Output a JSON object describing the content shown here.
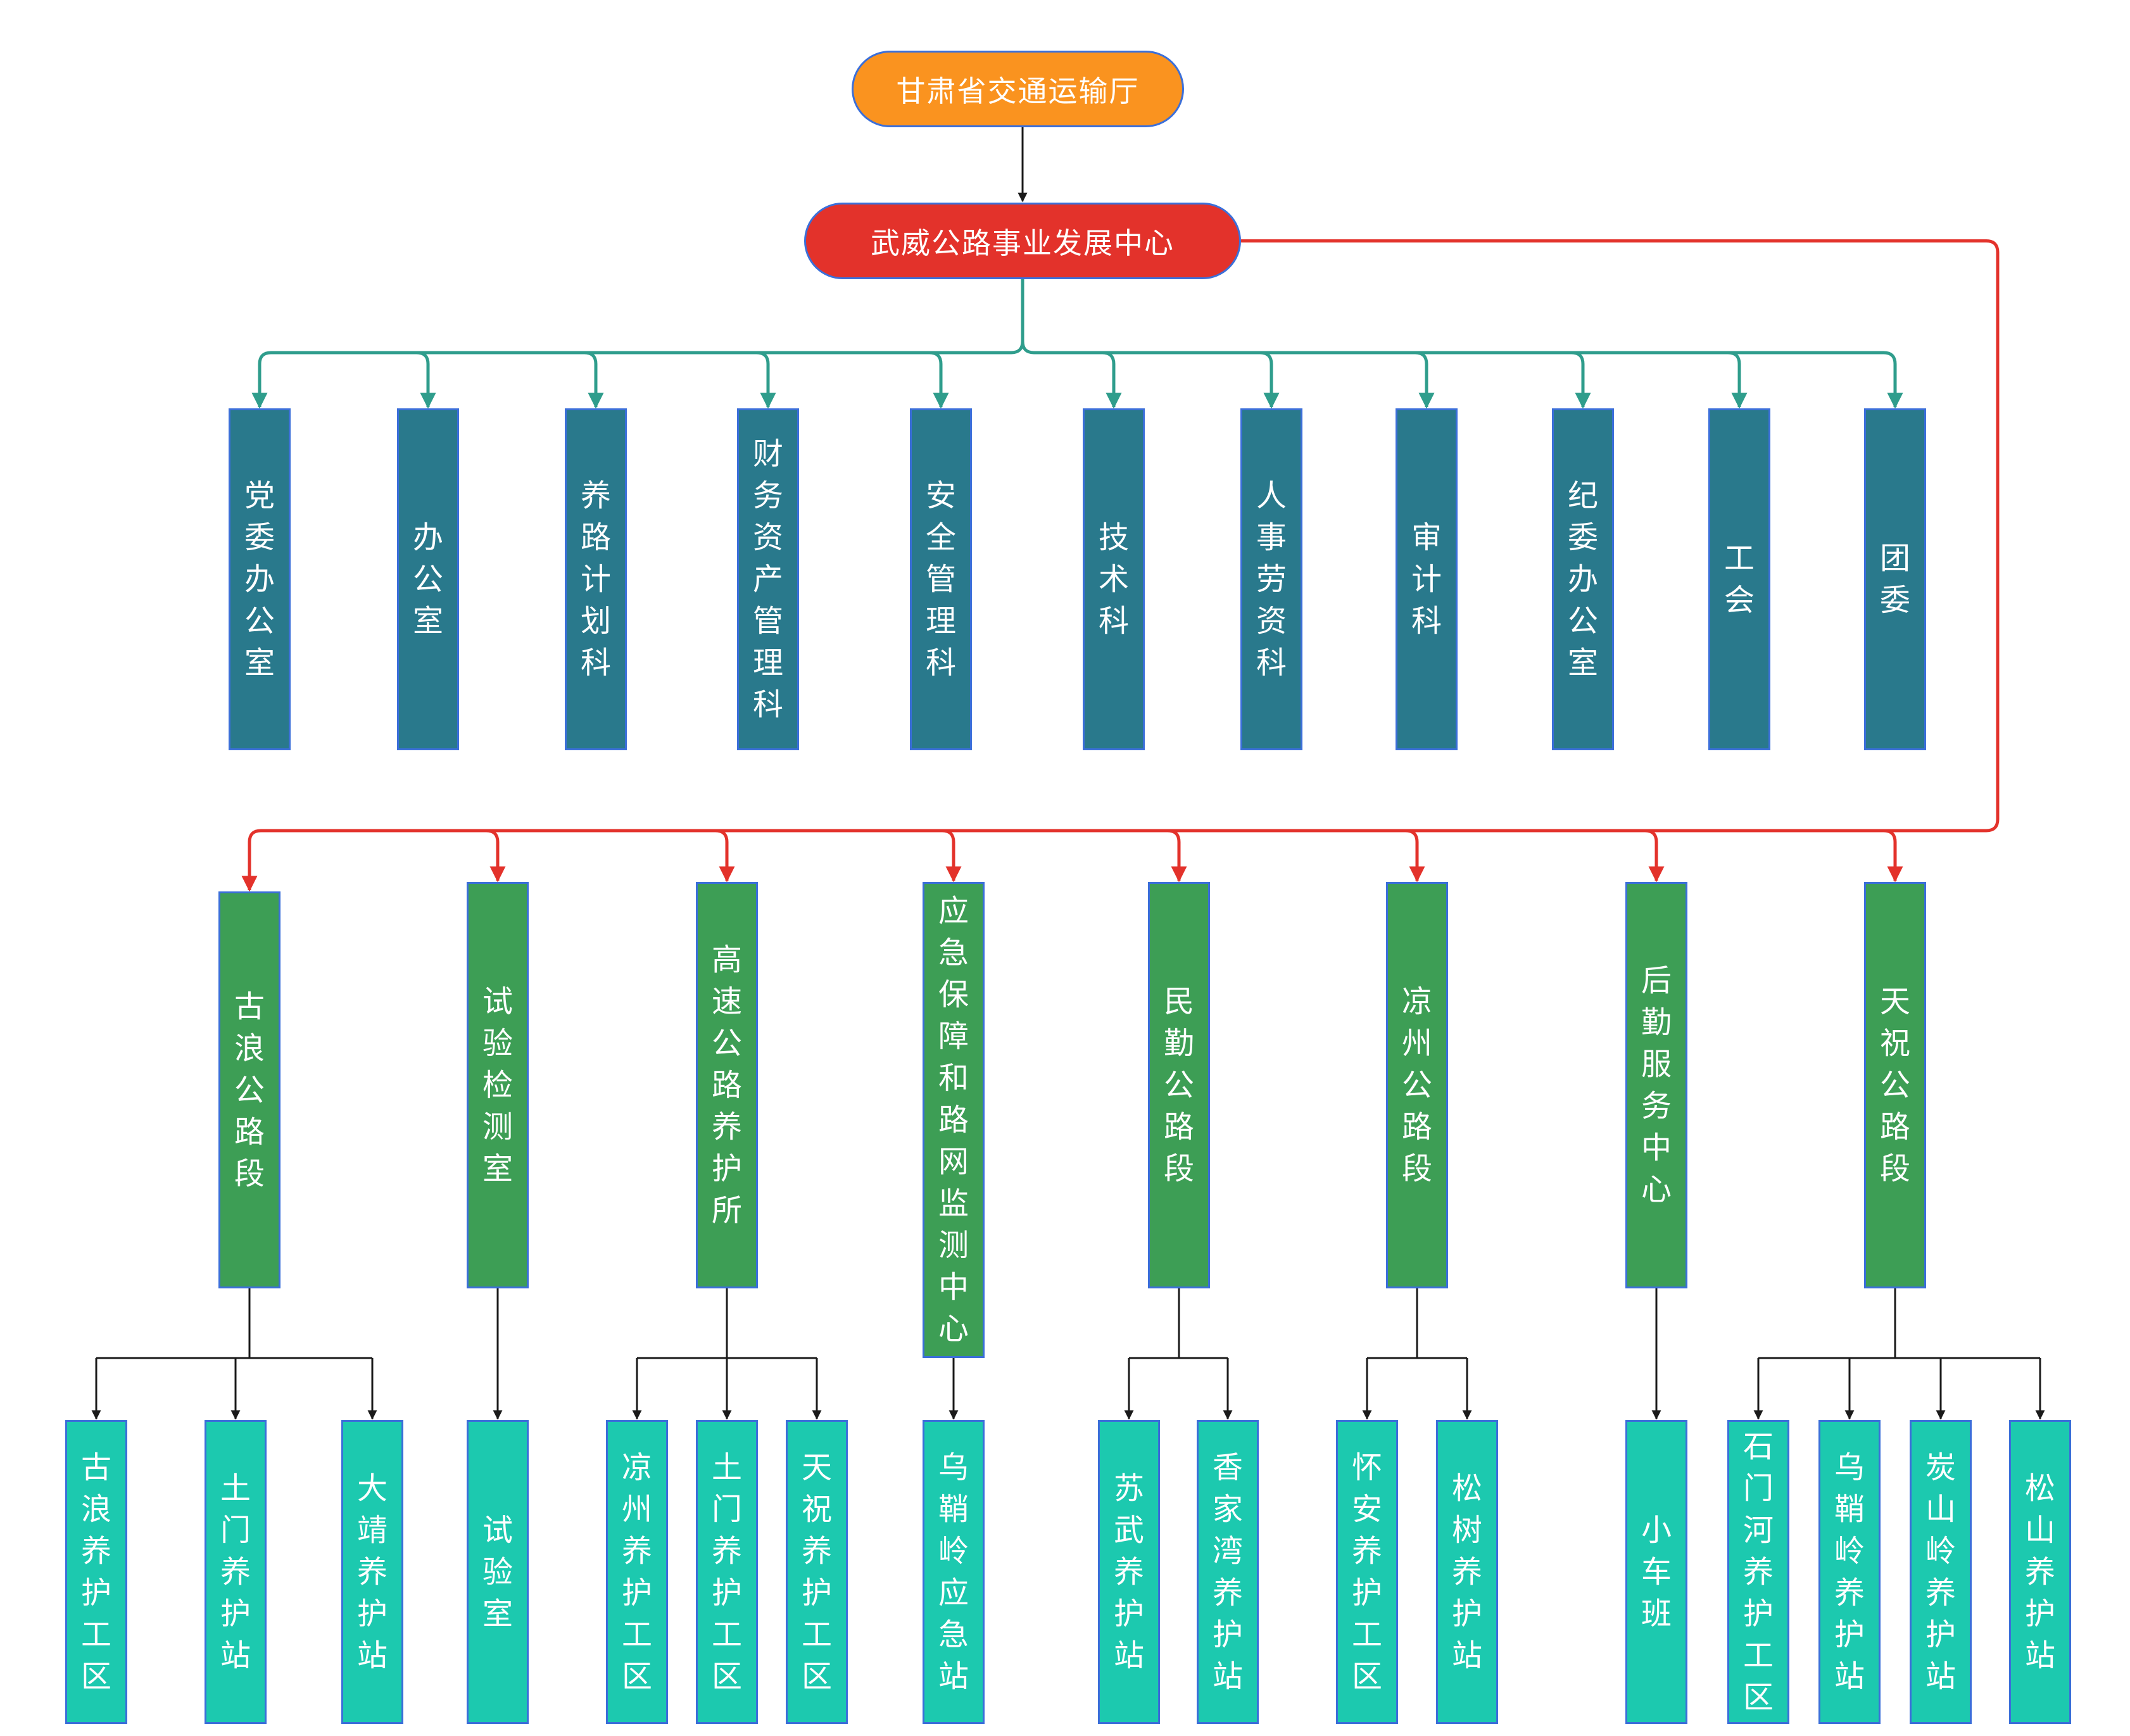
{
  "colors": {
    "top": "#fa931f",
    "center": "#e3322b",
    "dept": "#29798c",
    "unit": "#3d9e55",
    "leaf": "#1cc9af",
    "edge": "#3b6fd9",
    "teal_line": "#2f9d8c",
    "red_line": "#e3322b",
    "black_line": "#1a1a1a"
  },
  "top": {
    "label": "甘肃省交通运输厅"
  },
  "center": {
    "label": "武威公路事业发展中心"
  },
  "departments": [
    {
      "label": "党委办公室"
    },
    {
      "label": "办公室"
    },
    {
      "label": "养路计划科"
    },
    {
      "label": "财务资产管理科"
    },
    {
      "label": "安全管理科"
    },
    {
      "label": "技术科"
    },
    {
      "label": "人事劳资科"
    },
    {
      "label": "审计科"
    },
    {
      "label": "纪委办公室"
    },
    {
      "label": "工会"
    },
    {
      "label": "团委"
    }
  ],
  "units": [
    {
      "label": "古浪公路段",
      "children": [
        "古浪养护工区",
        "土门养护站",
        "大靖养护站"
      ]
    },
    {
      "label": "试验检测室",
      "children": [
        "试验室"
      ]
    },
    {
      "label": "高速公路养护所",
      "children": [
        "凉州养护工区",
        "土门养护工区",
        "天祝养护工区"
      ]
    },
    {
      "label": "应急保障和路网监测中心",
      "children": [
        "乌鞘岭应急站"
      ]
    },
    {
      "label": "民勤公路段",
      "children": [
        "苏武养护站",
        "香家湾养护站"
      ]
    },
    {
      "label": "凉州公路段",
      "children": [
        "怀安养护工区",
        "松树养护站"
      ]
    },
    {
      "label": "后勤服务中心",
      "children": [
        "小车班"
      ]
    },
    {
      "label": "天祝公路段",
      "children": [
        "石门河养护工区",
        "乌鞘岭养护站",
        "炭山岭养护站",
        "松山养护站"
      ]
    }
  ]
}
